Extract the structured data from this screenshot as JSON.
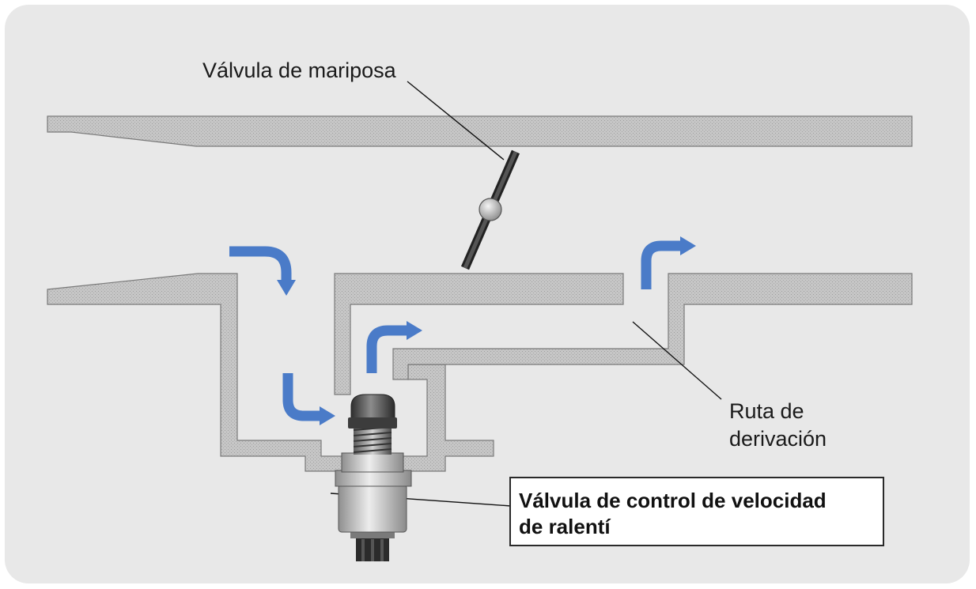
{
  "labels": {
    "throttle_valve": "Válvula de mariposa",
    "bypass_line1": "Ruta de",
    "bypass_line2": "derivación",
    "iscv_line1": "Válvula de control de velocidad",
    "iscv_line2": "de ralentí"
  },
  "colors": {
    "background": "#e8e8e8",
    "wall_fill": "#c4c4c4",
    "wall_stroke": "#7a7a7a",
    "flow_arrow": "#4a7bc8",
    "valve_plate": "#3a3a3a",
    "valve_pivot": "#bdbdbd",
    "callout_border": "#2a2a2a"
  }
}
